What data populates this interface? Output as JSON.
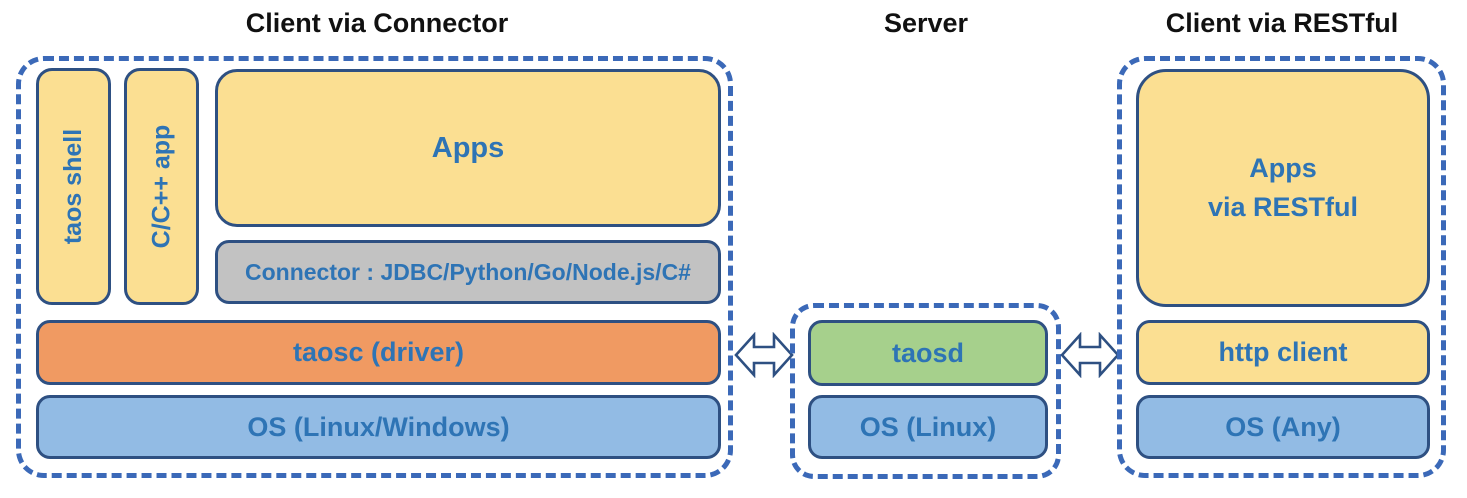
{
  "colors": {
    "yellow_fill": "#FBDF92",
    "orange_fill": "#F09A62",
    "blue_fill": "#92BBE4",
    "green_fill": "#A6D08C",
    "gray_fill": "#C2C2C2",
    "box_border": "#2E5082",
    "dashed_border": "#3B69B8",
    "label_blue": "#2E74B5",
    "title_color": "#111111"
  },
  "sections": {
    "client_connector": {
      "title": "Client via Connector",
      "taos_shell": "taos shell",
      "cpp_app": "C/C++ app",
      "apps": "Apps",
      "connector": "Connector : JDBC/Python/Go/Node.js/C#",
      "taosc": "taosc (driver)",
      "os": "OS (Linux/Windows)"
    },
    "server": {
      "title": "Server",
      "taosd": "taosd",
      "os": "OS (Linux)"
    },
    "client_restful": {
      "title": "Client via RESTful",
      "apps": "Apps\nvia RESTful",
      "http_client": "http client",
      "os": "OS (Any)"
    }
  },
  "icons": {
    "left_arrow": "double-headed-arrow",
    "right_arrow": "double-headed-arrow"
  }
}
